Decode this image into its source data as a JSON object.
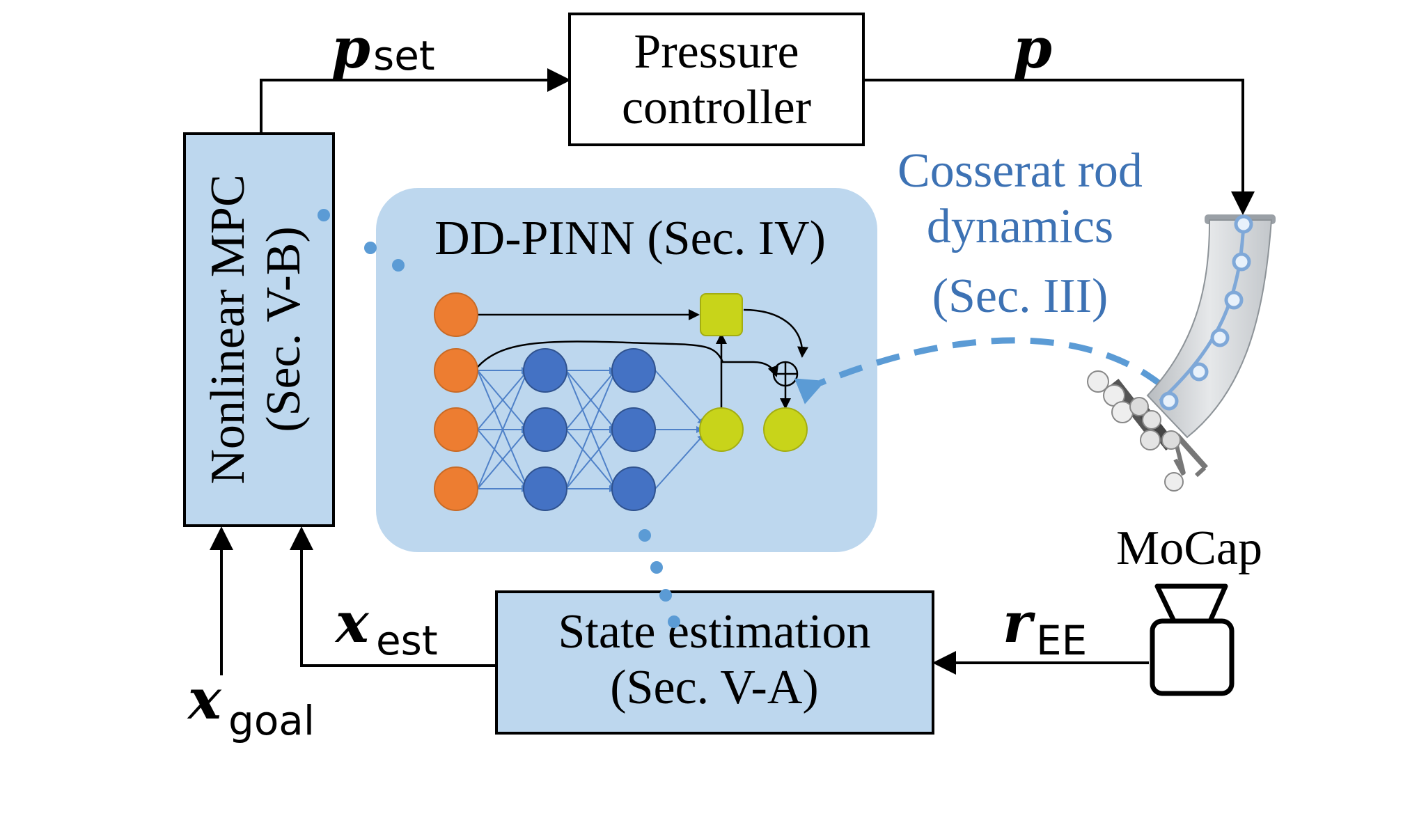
{
  "blocks": {
    "pressure_controller": [
      "Pressure",
      "controller"
    ],
    "nonlinear_mpc": [
      "Nonlinear MPC",
      "(Sec. V-B)"
    ],
    "dd_pinn": "DD-PINN (Sec. IV)",
    "state_estimation": [
      "State estimation",
      "(Sec. V-A)"
    ]
  },
  "annotations": {
    "cosserat": [
      "Cosserat rod",
      "dynamics",
      "(Sec. III)"
    ],
    "mocap": "MoCap"
  },
  "signals": {
    "p_set": {
      "symbol": "p",
      "subscript": "set"
    },
    "p": {
      "symbol": "p"
    },
    "x_est": {
      "symbol": "x",
      "subscript": "est"
    },
    "x_goal": {
      "symbol": "x",
      "subscript": "goal"
    },
    "r_EE": {
      "symbol": "r",
      "subscript": "EE"
    },
    "sum_symbol": "⊕"
  },
  "colors": {
    "block_fill": "#bdd7ee",
    "pinn_bg": "#bdd7ee",
    "input_node": "#ed7d31",
    "hidden_node": "#4472c4",
    "output_node": "#c8d41a",
    "network_edge": "#4f81c8",
    "dotted_link": "#5b9bd5",
    "cosserat_text": "#3d72b4"
  },
  "icons": [
    "camera-icon",
    "soft-robot-arm"
  ]
}
